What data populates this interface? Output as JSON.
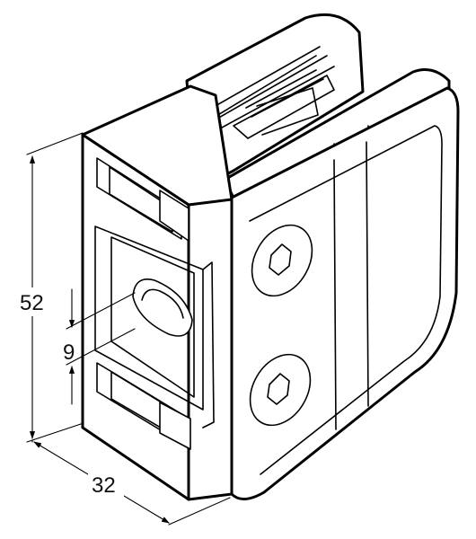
{
  "drawing": {
    "part": "glass-clamp-bracket",
    "dimensions": {
      "height": "52",
      "depth": "32",
      "slot": "9"
    },
    "screw_icon": "hex-socket-screw-icon",
    "line_color": "#000000",
    "background": "#ffffff"
  }
}
